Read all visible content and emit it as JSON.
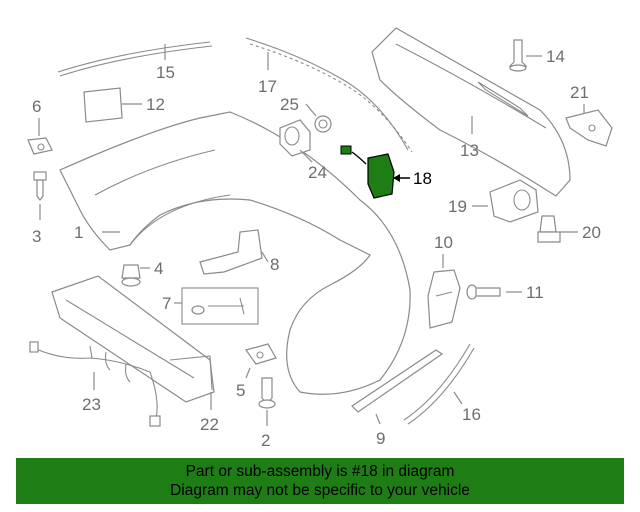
{
  "labels": {
    "l1": "1",
    "l2": "2",
    "l3": "3",
    "l4": "4",
    "l5": "5",
    "l6": "6",
    "l7": "7",
    "l8": "8",
    "l9": "9",
    "l10": "10",
    "l11": "11",
    "l12": "12",
    "l13": "13",
    "l14": "14",
    "l15": "15",
    "l16": "16",
    "l17": "17",
    "l18": "18",
    "l19": "19",
    "l20": "20",
    "l21": "21",
    "l22": "22",
    "l23": "23",
    "l24": "24",
    "l25": "25"
  },
  "highlight_part": "18",
  "colors": {
    "highlight": "#1e7d14",
    "banner_bg": "#1e7d14",
    "line_art": "#8a8a8a"
  },
  "banner": {
    "line1": "Part or sub-assembly is #18 in diagram",
    "line2": "Diagram may not be specific to your vehicle"
  }
}
